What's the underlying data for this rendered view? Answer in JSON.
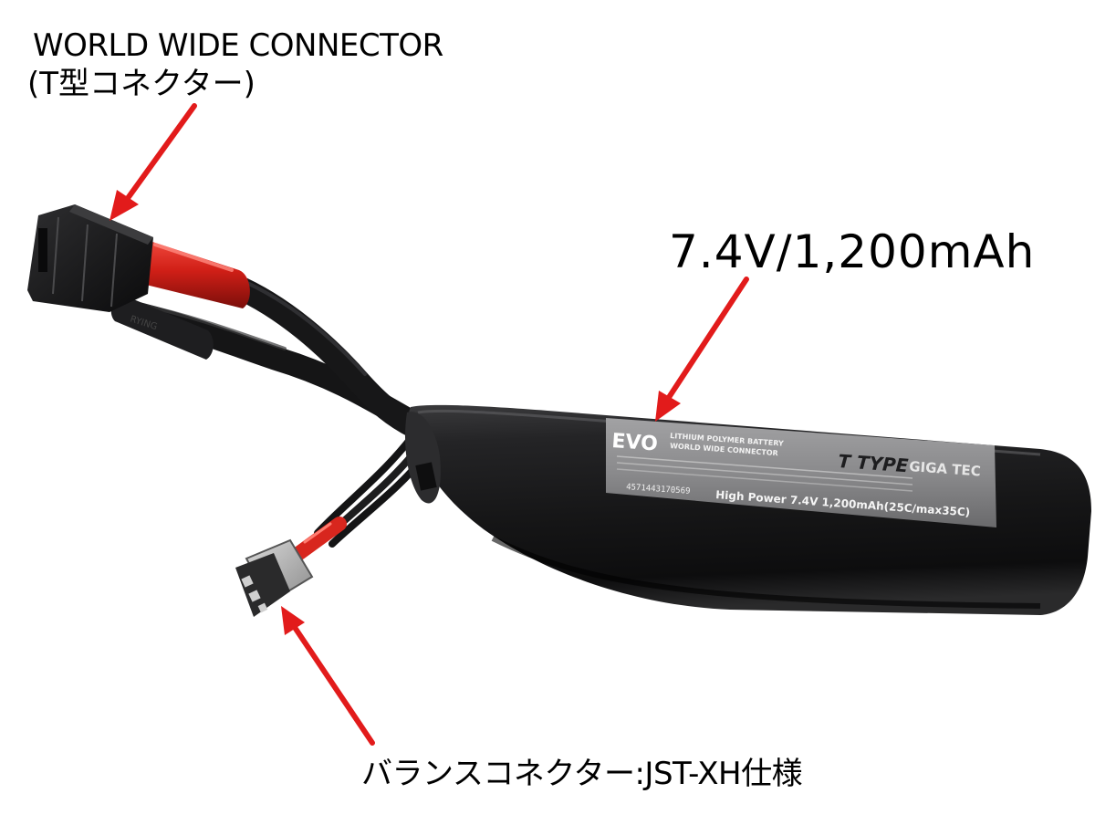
{
  "labels": {
    "connector_line1": "WORLD WIDE CONNECTOR",
    "connector_line2": "(T型コネクター)",
    "capacity": "7.4V/1,200mAh",
    "balance": "バランスコネクター:JST-XH仕様"
  },
  "battery_sticker": {
    "brand": "EVO",
    "type_line1": "LITHIUM POLYMER BATTERY",
    "type_line2": "WORLD WIDE CONNECTOR",
    "badge": "T TYPE",
    "maker": "GIGA TEC",
    "barcode": "4571443170569",
    "spec": "High Power 7.4V 1,200mAh(25C/max35C)"
  },
  "colors": {
    "arrow": "#e21b1b",
    "battery_body": "#1c1c1d",
    "sticker": "#8e8e90",
    "heat_shrink": "#d8261e",
    "text": "#000000"
  },
  "icons": {
    "arrow": "red-arrow-icon",
    "t_connector": "t-connector-plug",
    "balance_plug": "jst-xh-plug"
  }
}
